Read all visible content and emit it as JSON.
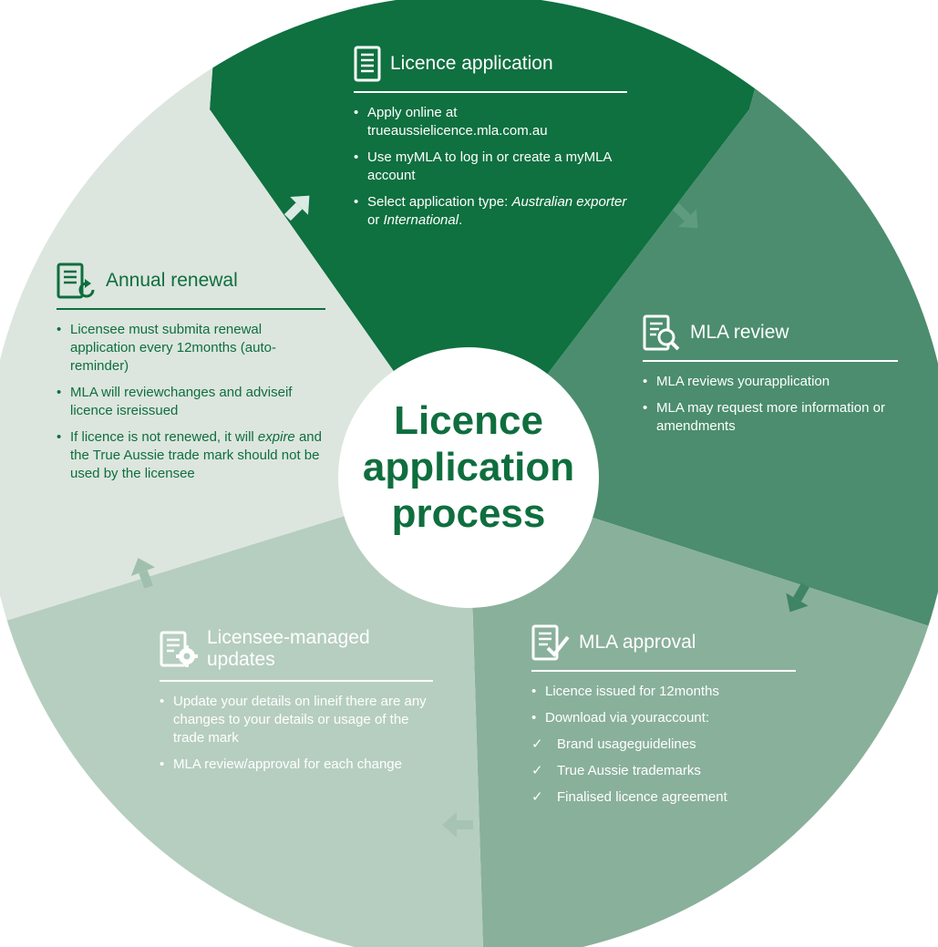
{
  "center": {
    "line1": "Licence",
    "line2": "application",
    "line3": "process"
  },
  "licence_application": {
    "title": "Licence application",
    "bullets": [
      "Apply online at trueaussielicence.mla.com.au",
      "Use myMLA to log in or create a myMLA  account",
      {
        "pre": "Select application type: ",
        "em1": "Australian exporter",
        "mid": " or ",
        "em2": "International",
        "post": "."
      }
    ]
  },
  "mla_review": {
    "title": "MLA review",
    "bullets": [
      "MLA reviews yourapplication",
      "MLA may request more information or amendments"
    ]
  },
  "mla_approval": {
    "title": "MLA approval",
    "bullets": [
      "Licence issued for 12months",
      "Download via youraccount:"
    ],
    "check_symbol": "✓",
    "checks": [
      "Brand usageguidelines",
      "True Aussie trademarks",
      "Finalised licence agreement"
    ]
  },
  "licensee_updates": {
    "title_line1": "Licensee-managed",
    "title_line2": "updates",
    "bullets": [
      "Update your details on lineif there are any changes to your details or usage of the trade mark",
      "MLA review/approval for each change"
    ]
  },
  "annual_renewal": {
    "title": "Annual renewal",
    "bullets": [
      "Licensee must submita renewal application every 12months (auto-reminder)",
      "MLA will reviewchanges and adviseif licence isreissued",
      {
        "pre": "If licence is not renewed, it will ",
        "em": "expire",
        "post": " and the True Aussie trade mark should not be used by the licensee"
      }
    ]
  },
  "colors": {
    "application": "#0f7040",
    "review": "#4b8d6e",
    "approval": "#89b09b",
    "updates": "#b6cebf",
    "renewal": "#dce6de",
    "center": "#ffffff",
    "dark_text": "#0f6e3e"
  }
}
